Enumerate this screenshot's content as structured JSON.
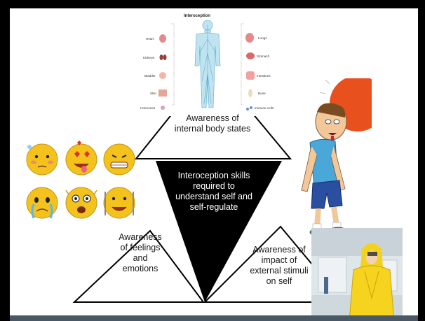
{
  "infographic": {
    "title": "Interoception",
    "left_organs": [
      "Heart",
      "Kidneys",
      "Bladder",
      "Skin",
      "Hormones"
    ],
    "right_organs": [
      "Lungs",
      "Stomach",
      "Intestines",
      "Bone",
      "Immune cells"
    ]
  },
  "diagram": {
    "top_label": "Awareness of internal body states",
    "center_label": "Interoception skills required to understand self and self-regulate",
    "left_label": "Awareness of feelings and emotions",
    "right_label": "Awareness of impact of external stimuli on self"
  },
  "colors": {
    "frame": "#000000",
    "center_triangle": "#000000",
    "footer_bar": "#4a5866",
    "emoji_face": "#f4c21c",
    "sun": "#e8501e"
  },
  "images": [
    "body-organs-infographic",
    "emoji-faces-grid",
    "exhausted-man-cartoon",
    "woman-in-yellow-coat-photo"
  ]
}
